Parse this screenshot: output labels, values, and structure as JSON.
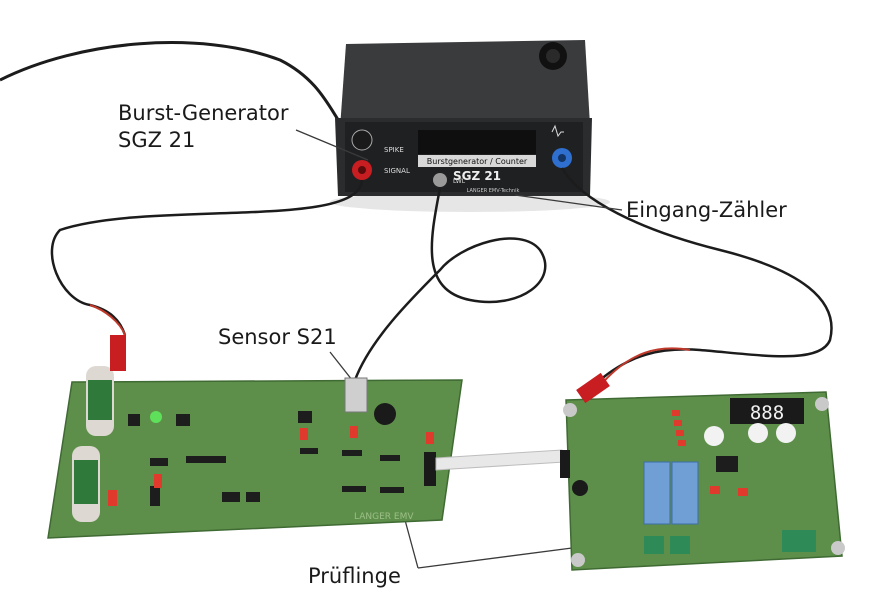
{
  "labels": {
    "burst_generator": "Burst-Generator",
    "sgz21": "SGZ 21",
    "eingang_zaehler": "Eingang-Zähler",
    "sensor_s21": "Sensor S21",
    "prueflinge": "Prüflinge"
  },
  "device_panel": {
    "spike": "SPIKE",
    "signal": "SIGNAL",
    "lwl": "LWL",
    "title_strip": "Burstgenerator / Counter",
    "model": "SGZ 21",
    "maker": "LANGER EMV-Technik"
  },
  "board_print": {
    "left_board": "LANGER EMV",
    "display_digits": "888"
  },
  "colors": {
    "background": "#ffffff",
    "housing": "#2b2c2e",
    "pcb": "#5e8f4a",
    "red_jack": "#c81e22",
    "blue_jack": "#2e6fd0",
    "cable": "#1c1c1c"
  }
}
